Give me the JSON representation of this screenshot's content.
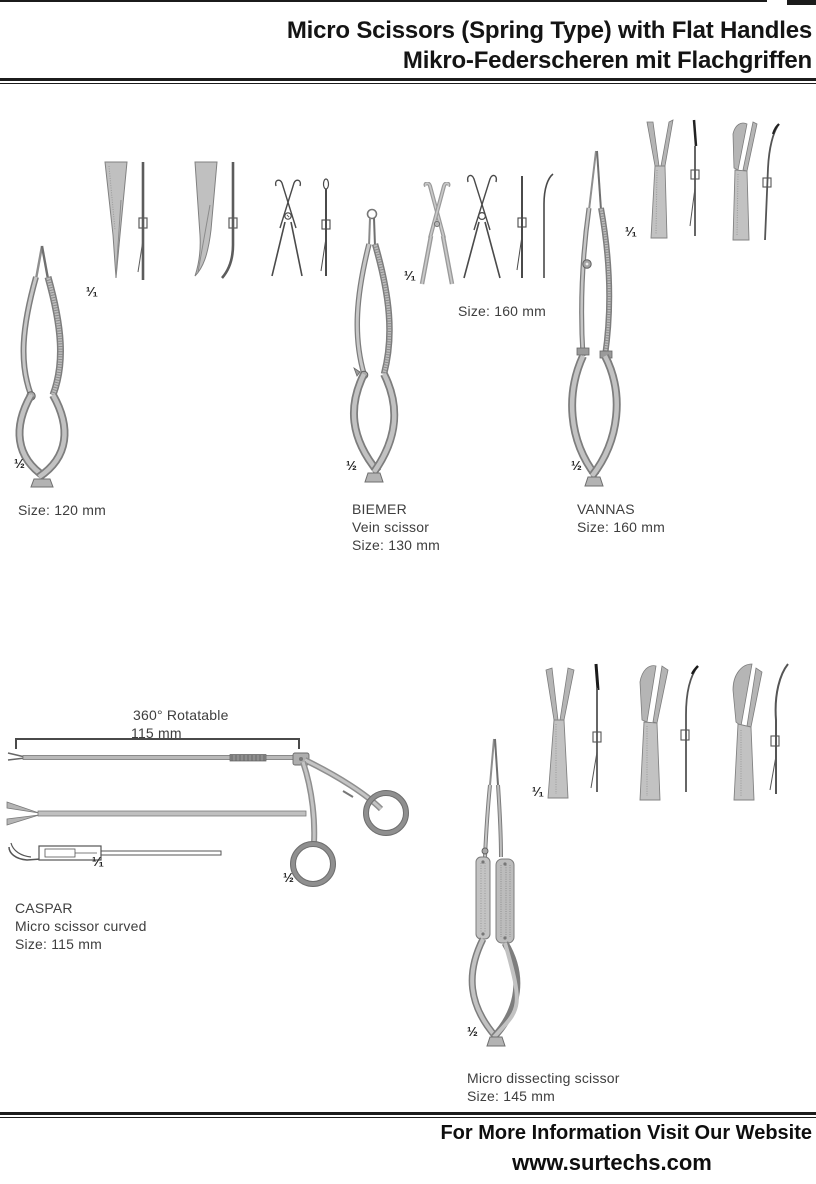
{
  "header": {
    "title_line1": "Micro Scissors (Spring Type) with Flat Handles",
    "title_line2": "Mikro-Federscheren mit Flachgriffen"
  },
  "scales": {
    "half": "½",
    "full": "¹⁄₁"
  },
  "products": [
    {
      "name": "",
      "description": "",
      "size": "Size: 120 mm"
    },
    {
      "name": "BIEMER",
      "description": "Vein scissor",
      "size": "Size: 130 mm"
    },
    {
      "name": "",
      "description": "",
      "size": "Size: 160 mm"
    },
    {
      "name": "VANNAS",
      "description": "",
      "size": "Size: 160 mm"
    },
    {
      "name": "CASPAR",
      "description": "Micro scissor curved",
      "size": "Size: 115 mm",
      "rotatable": "360° Rotatable",
      "shaft_length": "115 mm"
    },
    {
      "name": "",
      "description": "Micro dissecting scissor",
      "size": "Size: 145 mm"
    }
  ],
  "footer": {
    "message": "For More Information Visit Our Website",
    "website": "www.surtechs.com"
  },
  "colors": {
    "ink": "#1a1a1a",
    "label_text": "#3e3e3e",
    "metal_light": "#c6c6c6",
    "metal_dark": "#7d7d7d"
  }
}
